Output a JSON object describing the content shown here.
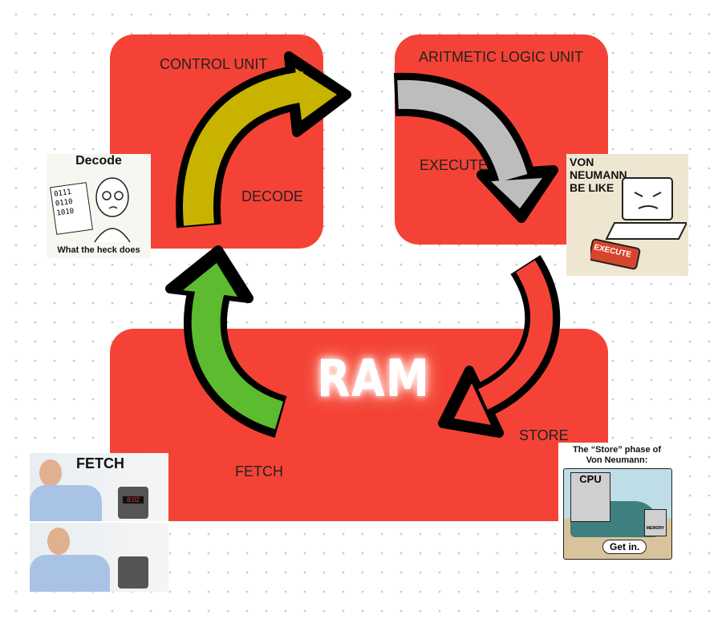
{
  "boxes": {
    "control_unit": "CONTROL UNIT",
    "alu": "ARITMETIC LOGIC UNIT",
    "ram": "RAM"
  },
  "phases": {
    "decode": "DECODE",
    "execute": "EXECUTE",
    "store": "STORE",
    "fetch": "FETCH"
  },
  "colors": {
    "box": "#f44336",
    "decode_arrow": "#c8b400",
    "execute_arrow": "#bdbdbd",
    "store_arrow": "#f44336",
    "fetch_arrow": "#5cbb2e",
    "outline": "#000000"
  },
  "memes": {
    "decode": {
      "title": "Decode",
      "binary": [
        "0111",
        "0110",
        "1010"
      ],
      "caption": "What the heck does"
    },
    "execute": {
      "title": "VON NEUMANN BE LIKE",
      "button": "EXECUTE"
    },
    "store": {
      "title": "The “Store” phase of Von Neumann:",
      "cpu": "CPU",
      "memory": "MEMORY",
      "speech": "Get in."
    },
    "fetch": {
      "title": "FETCH",
      "clock": "8:02"
    }
  }
}
